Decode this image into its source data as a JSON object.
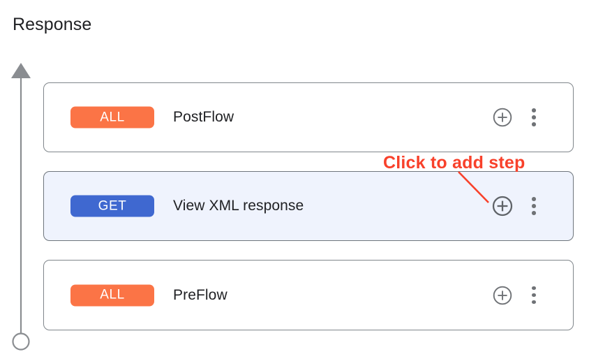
{
  "page": {
    "title": "Response",
    "background_color": "#ffffff"
  },
  "colors": {
    "badge_all": "#fb7446",
    "badge_get": "#3f68d0",
    "selected_row_bg": "#eff3fd",
    "card_border": "#80868b",
    "annotation_red": "#f8412b",
    "icon_gray": "#6f7276",
    "axis_gray": "#8a8d91",
    "text_primary": "#202124"
  },
  "flow_axis": {
    "name": "response-flow-direction-arrow",
    "arrow_head": "up",
    "tail_marker": "open-circle"
  },
  "rows": [
    {
      "badge": "ALL",
      "badge_style": "all",
      "label": "PostFlow",
      "selected": false,
      "add_icon": "plus-circle-icon",
      "menu_icon": "kebab-menu-icon"
    },
    {
      "badge": "GET",
      "badge_style": "get",
      "label": "View XML response",
      "selected": true,
      "add_icon": "plus-circle-icon",
      "menu_icon": "kebab-menu-icon"
    },
    {
      "badge": "ALL",
      "badge_style": "all",
      "label": "PreFlow",
      "selected": false,
      "add_icon": "plus-circle-icon",
      "menu_icon": "kebab-menu-icon"
    }
  ],
  "annotation": {
    "text": "Click to add step",
    "pointer": "callout-line",
    "color": "#f8412b"
  }
}
